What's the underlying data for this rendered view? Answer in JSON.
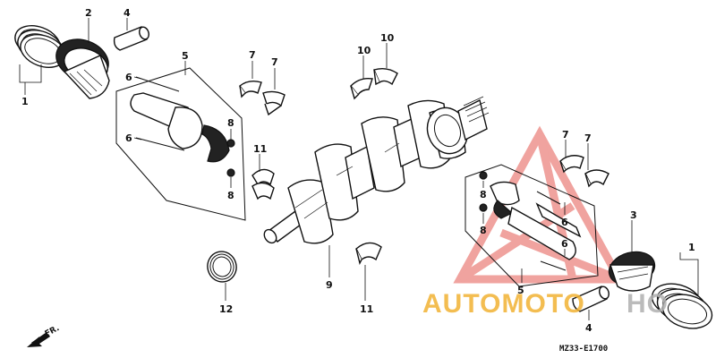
{
  "diagram": {
    "callouts": [
      {
        "id": "c1a",
        "text": "1"
      },
      {
        "id": "c2",
        "text": "2"
      },
      {
        "id": "c4a",
        "text": "4"
      },
      {
        "id": "c5a",
        "text": "5"
      },
      {
        "id": "c6a",
        "text": "6"
      },
      {
        "id": "c6b",
        "text": "6"
      },
      {
        "id": "c8a",
        "text": "8"
      },
      {
        "id": "c8b",
        "text": "8"
      },
      {
        "id": "c7a",
        "text": "7"
      },
      {
        "id": "c7b",
        "text": "7"
      },
      {
        "id": "c10a",
        "text": "10"
      },
      {
        "id": "c10b",
        "text": "10"
      },
      {
        "id": "c11a",
        "text": "11"
      },
      {
        "id": "c9",
        "text": "9"
      },
      {
        "id": "c11b",
        "text": "11"
      },
      {
        "id": "c12",
        "text": "12"
      },
      {
        "id": "c7c",
        "text": "7"
      },
      {
        "id": "c7d",
        "text": "7"
      },
      {
        "id": "c8c",
        "text": "8"
      },
      {
        "id": "c8d",
        "text": "8"
      },
      {
        "id": "c6c",
        "text": "6"
      },
      {
        "id": "c6d",
        "text": "6"
      },
      {
        "id": "c3",
        "text": "3"
      },
      {
        "id": "c5b",
        "text": "5"
      },
      {
        "id": "c4b",
        "text": "4"
      },
      {
        "id": "c1b",
        "text": "1"
      }
    ],
    "direction_label": "FR.",
    "figure_code": "MZ33-E1700",
    "watermark": {
      "text_part_1": "AUTOMOTO",
      "text_part_2": "HO",
      "color_orange": "#f2b233",
      "color_grey": "#b0b0b0",
      "color_red": "#e0453c"
    }
  }
}
